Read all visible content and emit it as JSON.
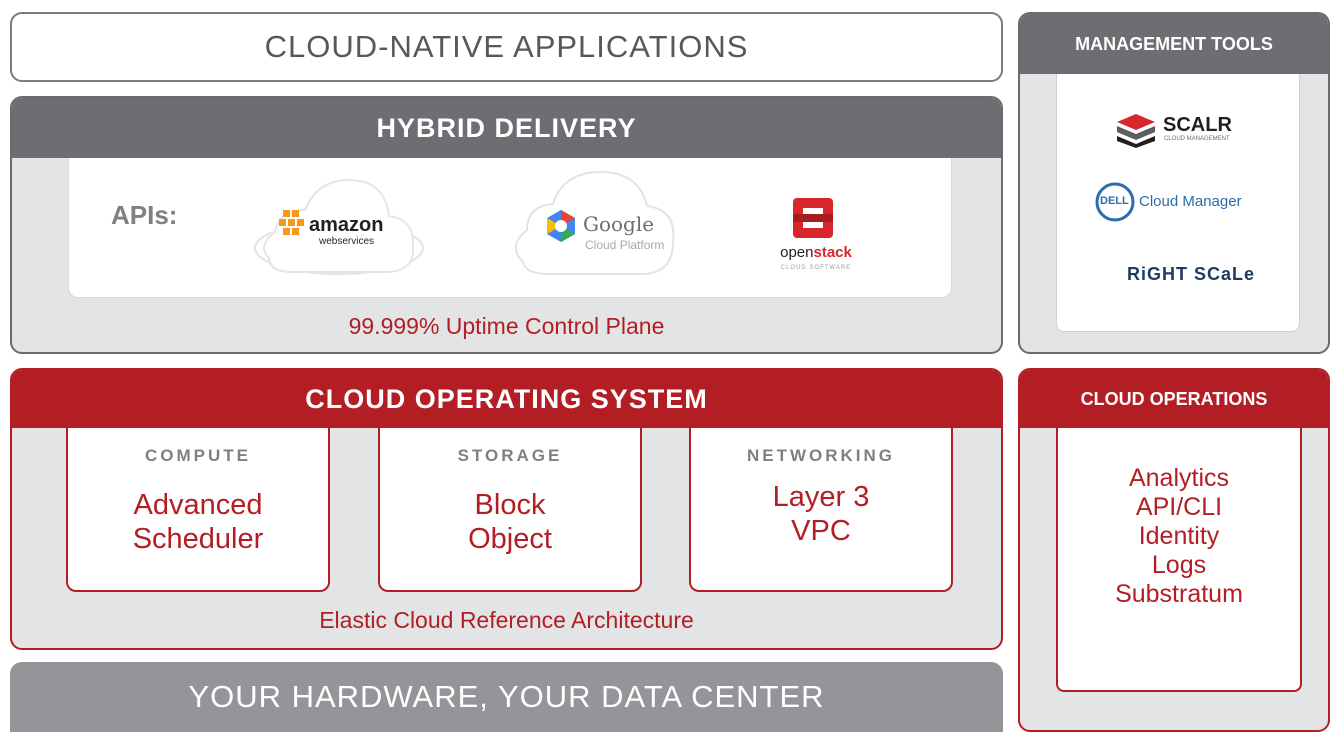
{
  "cloud_native": "CLOUD-NATIVE APPLICATIONS",
  "hybrid": {
    "title": "HYBRID DELIVERY",
    "apis_label": "APIs:",
    "providers": [
      {
        "name": "amazon",
        "sub": "webservices"
      },
      {
        "name": "Google",
        "sub": "Cloud Platform"
      },
      {
        "name_a": "open",
        "name_b": "stack",
        "sub": "CLOUD SOFTWARE"
      }
    ],
    "uptime": "99.999% Uptime Control Plane"
  },
  "cos": {
    "title": "CLOUD OPERATING SYSTEM",
    "sections": [
      {
        "title": "COMPUTE",
        "lines": [
          "Advanced",
          "Scheduler"
        ]
      },
      {
        "title": "STORAGE",
        "lines": [
          "Block",
          "Object"
        ]
      },
      {
        "title": "NETWORKING",
        "lines": [
          "Layer 3",
          "VPC"
        ]
      }
    ],
    "footer": "Elastic Cloud Reference Architecture"
  },
  "hardware": "YOUR HARDWARE, YOUR DATA CENTER",
  "management": {
    "title": "MANAGEMENT TOOLS",
    "tools": [
      {
        "name": "SCALR",
        "sub": "CLOUD MANAGEMENT"
      },
      {
        "badge": "DELL",
        "name": "Cloud Manager"
      },
      {
        "name": "RiGHT SCaLe"
      }
    ]
  },
  "operations": {
    "title": "CLOUD OPERATIONS",
    "items": [
      "Analytics",
      "API/CLI",
      "Identity",
      "Logs",
      "Substratum"
    ]
  },
  "colors": {
    "red": "#b31e24",
    "dark_gray": "#6d6e71",
    "panel_gray": "#e3e4e6",
    "text_gray": "#7f8083",
    "amazon_orange": "#f7981d"
  }
}
